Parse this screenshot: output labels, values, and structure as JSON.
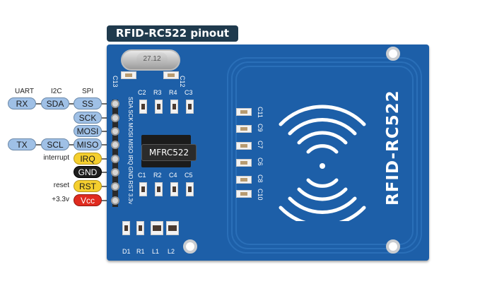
{
  "title": "RFID-RC522 pinout",
  "board": {
    "name": "RFID-RC522",
    "chip": "MFRC522",
    "crystal": "27.12",
    "silk": {
      "c13": "C13",
      "c12": "C12",
      "top_refs": [
        "C2",
        "R3",
        "R4",
        "C3"
      ],
      "bottom_refs": [
        "C1",
        "R2",
        "C4",
        "C5"
      ],
      "right_refs": [
        "C11",
        "C9",
        "C7",
        "C6",
        "C8",
        "C10"
      ],
      "foot_refs": [
        "D1",
        "R1",
        "L1",
        "L2"
      ],
      "pin_silk": "SDA SCK MOSI MISO IRQ GND RST 3.3v"
    }
  },
  "column_headers": {
    "uart": "UART",
    "i2c": "I2C",
    "spi": "SPI"
  },
  "pins": [
    {
      "spi": "SS",
      "i2c": "SDA",
      "uart": "RX",
      "side": ""
    },
    {
      "spi": "SCK",
      "i2c": "",
      "uart": "",
      "side": ""
    },
    {
      "spi": "MOSI",
      "i2c": "",
      "uart": "",
      "side": ""
    },
    {
      "spi": "MISO",
      "i2c": "SCL",
      "uart": "TX",
      "side": ""
    },
    {
      "spi": "IRQ",
      "i2c": "",
      "uart": "",
      "side": "interrupt"
    },
    {
      "spi": "GND",
      "i2c": "",
      "uart": "",
      "side": ""
    },
    {
      "spi": "RST",
      "i2c": "",
      "uart": "",
      "side": "reset"
    },
    {
      "spi": "Vcc",
      "i2c": "",
      "uart": "",
      "side": "+3.3v"
    }
  ],
  "colors": {
    "board": "#1d5fa8",
    "pill_blue": "#9fc0e6",
    "gnd": "#1e1e1e",
    "yellow": "#f5cf2e",
    "vcc": "#e02b1f"
  }
}
